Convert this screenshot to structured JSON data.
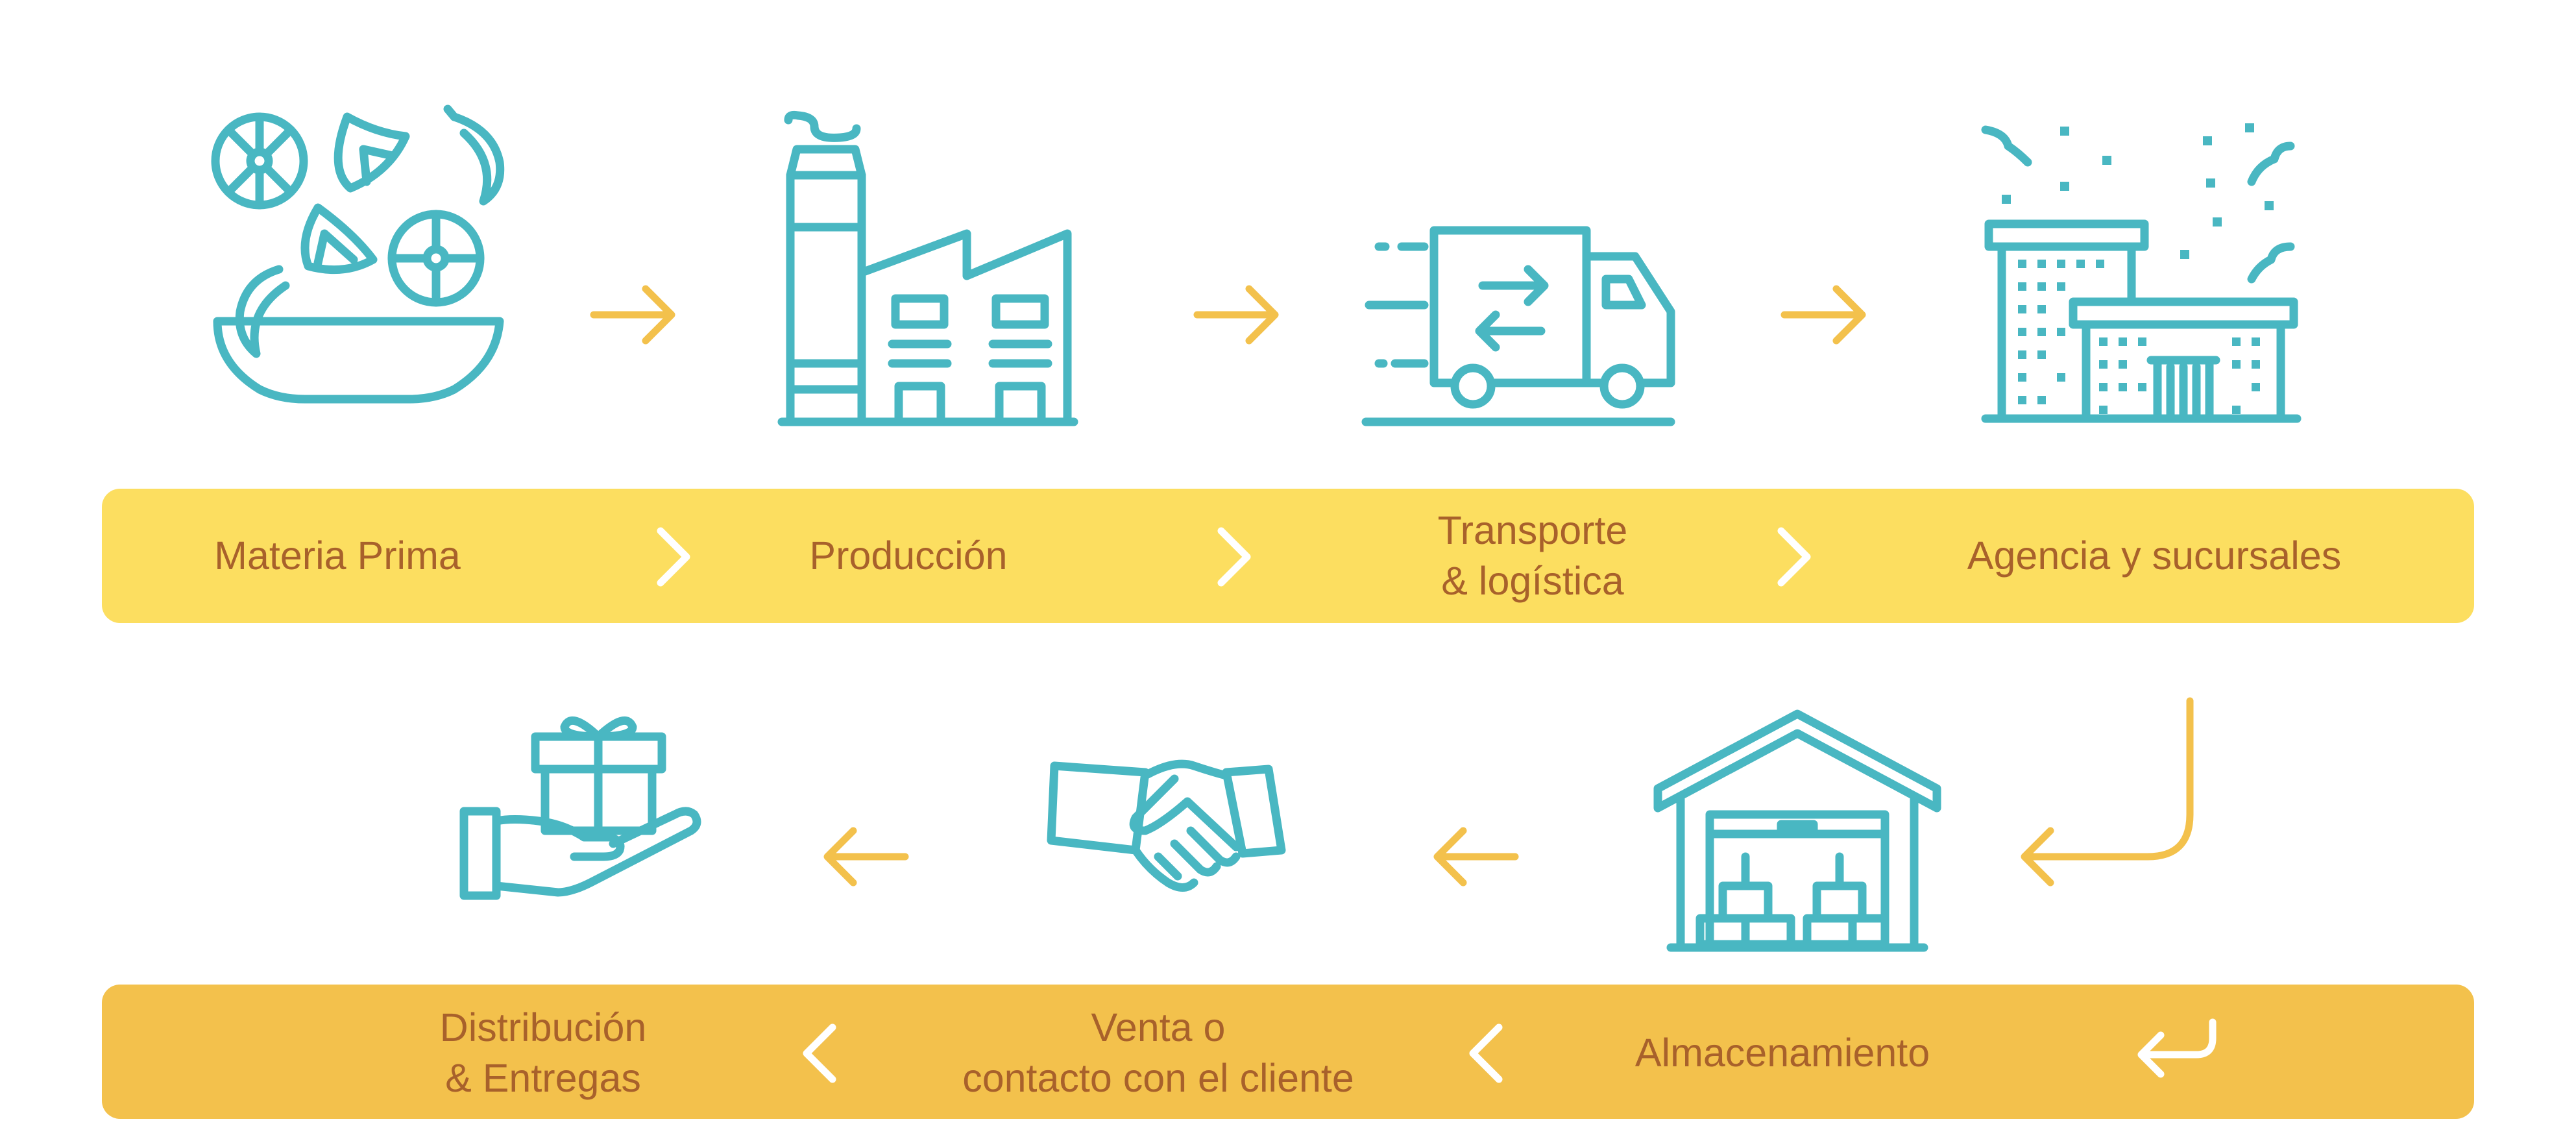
{
  "colors": {
    "icon": "#49b7c2",
    "arrow": "#f3c14c",
    "band_top": "#fcde60",
    "band_bottom": "#f3c14c",
    "label_text": "#a8612b",
    "chevron": "#ffffff"
  },
  "top_row": {
    "steps": [
      {
        "icon": "ingredients-bowl-icon",
        "label": "Materia Prima"
      },
      {
        "icon": "factory-icon",
        "label": "Producción"
      },
      {
        "icon": "delivery-truck-icon",
        "label_lines": [
          "Transporte",
          "& logística"
        ]
      },
      {
        "icon": "buildings-icon",
        "label": "Agencia y sucursales"
      }
    ]
  },
  "bottom_row": {
    "steps": [
      {
        "icon": "warehouse-icon",
        "label": "Almacenamiento"
      },
      {
        "icon": "handshake-icon",
        "label_lines": [
          "Venta o",
          "contacto con el cliente"
        ]
      },
      {
        "icon": "gift-on-hand-icon",
        "label_lines": [
          "Distribución",
          "& Entregas"
        ]
      }
    ]
  }
}
